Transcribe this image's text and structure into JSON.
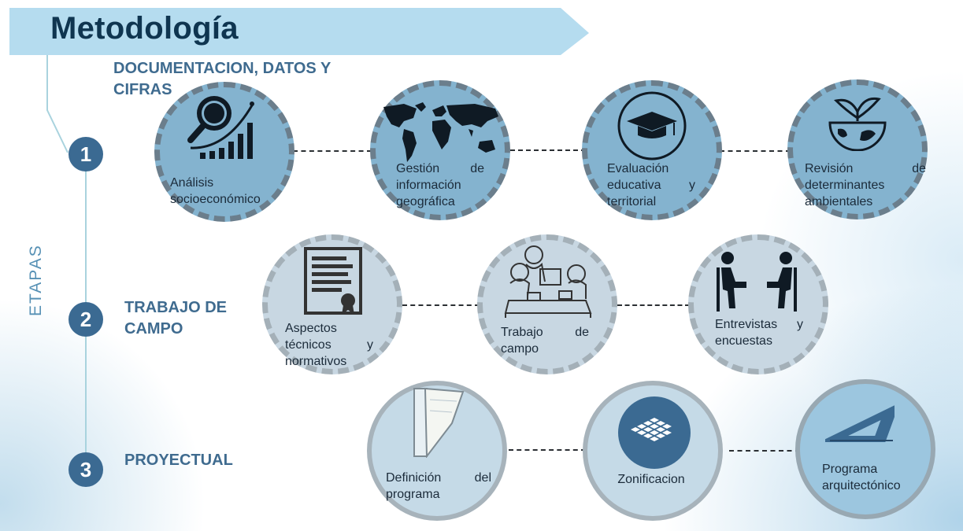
{
  "title": "Metodología",
  "side_label": "ETAPAS",
  "stages": [
    {
      "number": "1",
      "title_lines": [
        "DOCUMENTACION, DATOS Y",
        "CIFRAS"
      ]
    },
    {
      "number": "2",
      "title_lines": [
        "TRABAJO DE",
        "CAMPO"
      ]
    },
    {
      "number": "3",
      "title_lines": [
        "PROYECTUAL"
      ]
    }
  ],
  "items": {
    "analisis": {
      "caption": "Análisis socioeconómico",
      "icon": "magnifier-chart-icon"
    },
    "gestion": {
      "caption": "Gestión de información geográfica",
      "icon": "world-map-icon"
    },
    "evaluacion": {
      "caption": "Evaluación educativa y territorial",
      "icon": "graduation-cap-icon"
    },
    "revision": {
      "caption": "Revisión de determinantes ambientales",
      "icon": "sprout-globe-icon"
    },
    "aspectos": {
      "caption": "Aspectos técnicos y normativos",
      "icon": "certificate-icon"
    },
    "trabajo": {
      "caption": "Trabajo de campo",
      "icon": "team-meeting-icon"
    },
    "entrevistas": {
      "caption": "Entrevistas y encuestas",
      "icon": "interview-icon"
    },
    "definicion": {
      "caption": "Definición del programa",
      "icon": "rolled-plan-icon"
    },
    "zonificacion": {
      "caption": "Zonificacion",
      "icon": "grid-plan-icon"
    },
    "programa": {
      "caption": "Programa arquitectónico",
      "icon": "set-square-icon"
    }
  },
  "colors": {
    "title": "#0f3550",
    "banner": "#b5dcef",
    "stage_label": "#3f6b8f",
    "stage_dot": "#3b6a92",
    "timeline": "#a9d3de"
  }
}
